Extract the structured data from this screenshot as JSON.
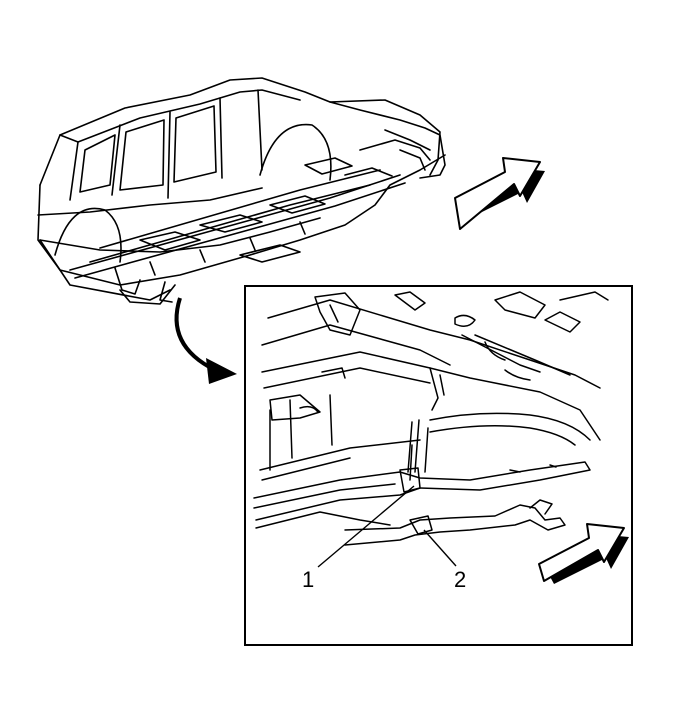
{
  "diagram": {
    "callouts": [
      {
        "id": "1",
        "text": "1"
      },
      {
        "id": "2",
        "text": "2"
      }
    ],
    "colors": {
      "line": "#000000",
      "background": "#ffffff",
      "arrow_face": "#ffffff",
      "arrow_shadow": "#000000"
    },
    "icons": [
      "forward-direction-arrow-icon",
      "curved-pointer-arrow-icon"
    ]
  }
}
